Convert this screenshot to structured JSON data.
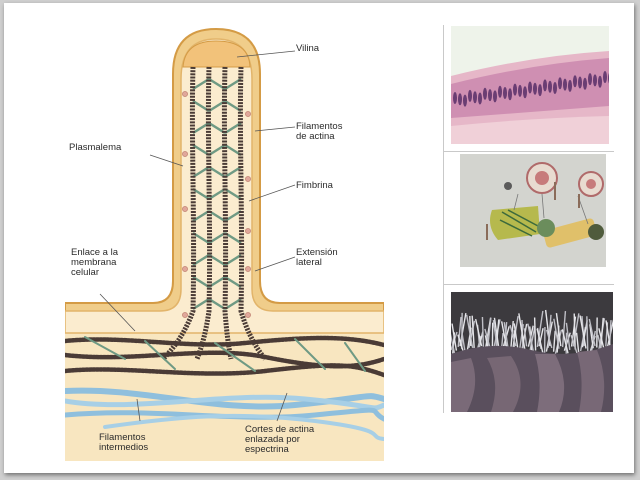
{
  "slide": {
    "background_color": "#ffffff",
    "diagram": {
      "labels": {
        "villin": "Vilina",
        "actin_filaments": "Filamentos\nde actina",
        "plasmalemma": "Plasmalema",
        "fimbrin": "Fimbrina",
        "membrane_link": "Enlace a la\nmembrana\ncelular",
        "lateral_extension": "Extensión\nlateral",
        "intermediate_filaments": "Filamentos\nintermedios",
        "spectrin_actin": "Cortes de actina\nenlazada por\nespectrina"
      },
      "colors": {
        "cytoplasm": "#f8e6c0",
        "membrane": "#e7b868",
        "actin": "#4a3b36",
        "crosslink": "#6f9a84",
        "intermediate": "#8fbfdd"
      }
    },
    "thumbnails": [
      {
        "name": "epithelium-micrograph",
        "description_icon": "histology-image"
      },
      {
        "name": "microvillus-diagram-photo",
        "description_icon": "diagram-photo"
      },
      {
        "name": "sem-microvilli",
        "description_icon": "electron-micrograph"
      }
    ]
  }
}
